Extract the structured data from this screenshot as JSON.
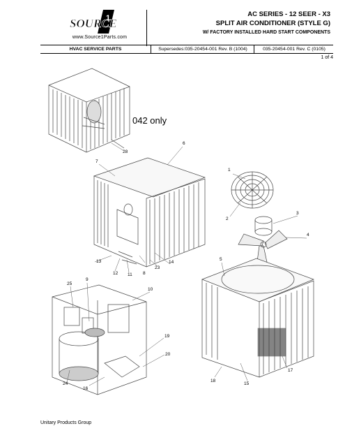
{
  "header": {
    "logo_text": "SOURCE",
    "logo_digit": "1",
    "website": "www.Source1Parts.com",
    "title_line1": "AC SERIES - 12 SEER - X3",
    "title_line2": "SPLIT AIR CONDITIONER (STYLE G)",
    "title_line3": "W/ FACTORY INSTALLED HARD START COMPONENTS",
    "section_label": "HVAC SERVICE PARTS",
    "supersedes": "Supersedes:035-20454-001 Rev. B (1004)",
    "doc_number": "035-20454-001 Rev. C (0105)",
    "page_of": "1 of  4"
  },
  "diagram": {
    "note": "042 only",
    "callouts": [
      "1",
      "2",
      "3",
      "4",
      "5",
      "6",
      "7",
      "8",
      "9",
      "10",
      "11",
      "12",
      "13",
      "14",
      "15",
      "16",
      "17",
      "18",
      "19",
      "20",
      "23",
      "24",
      "25",
      "28"
    ]
  },
  "footer": {
    "company": "Unitary Products Group"
  }
}
